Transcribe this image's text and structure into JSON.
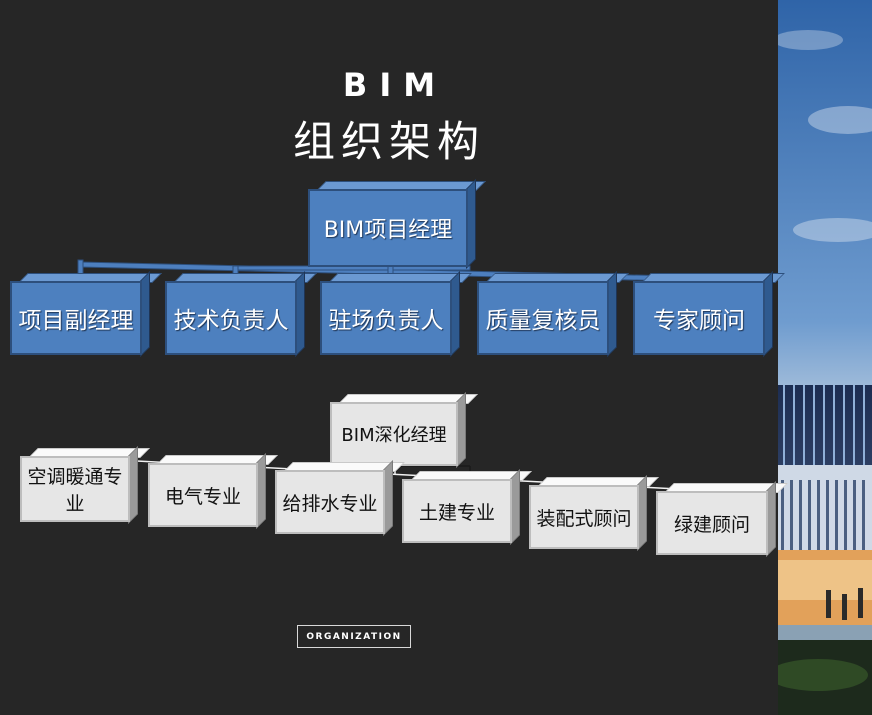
{
  "heading": {
    "en": "BIM",
    "cn": "组织架构"
  },
  "top_node": {
    "label": "BIM项目经理"
  },
  "level2": [
    {
      "label": "项目副经理"
    },
    {
      "label": "技术负责人"
    },
    {
      "label": "驻场负责人"
    },
    {
      "label": "质量复核员"
    },
    {
      "label": "专家顾问"
    }
  ],
  "mid_node": {
    "label": "BIM深化经理"
  },
  "level3": [
    {
      "label": "空调暖通专业"
    },
    {
      "label": "电气专业"
    },
    {
      "label": "给排水专业"
    },
    {
      "label": "土建专业"
    },
    {
      "label": "装配式顾问"
    },
    {
      "label": "绿建顾问"
    }
  ],
  "footer": {
    "tag": "ORGANIZATION"
  },
  "colors": {
    "background": "#262626",
    "blue_box": "#4d80bf",
    "grey_box": "#e6e6e6"
  }
}
